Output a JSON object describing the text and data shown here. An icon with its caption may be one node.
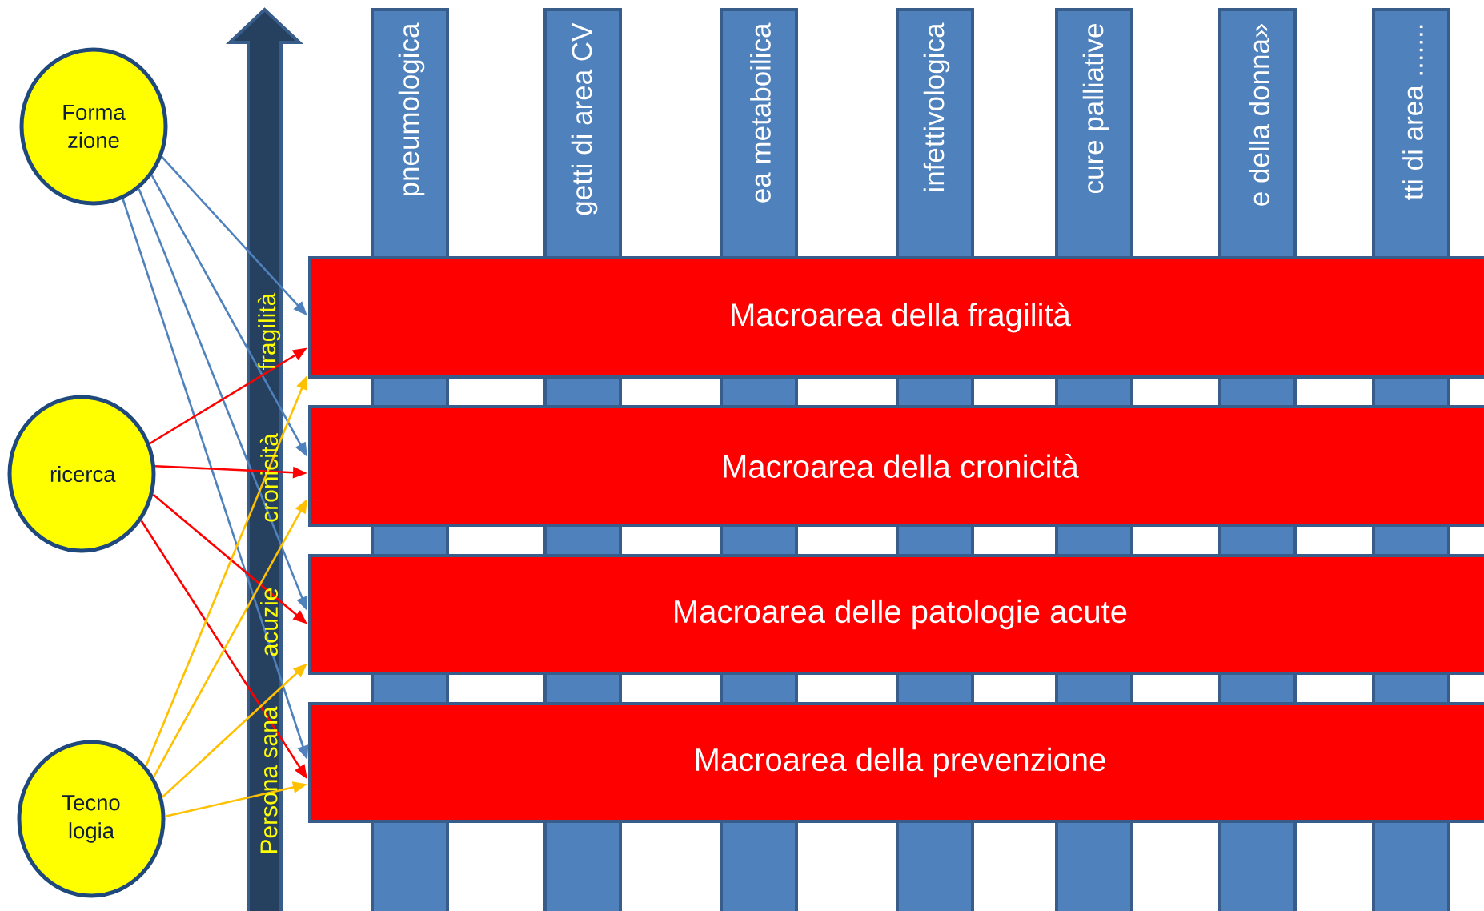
{
  "diagram": {
    "nodes": [
      {
        "text": [
          "Forma zione"
        ]
      },
      {
        "text": [
          "ricerca"
        ]
      },
      {
        "text": [
          "Tecno logia"
        ]
      },
      {
        "text": [
          "pneumologica"
        ]
      },
      {
        "text": [
          "getti di area CV"
        ]
      },
      {
        "text": [
          "ea metaboilica"
        ]
      },
      {
        "text": [
          "infettivologica"
        ]
      },
      {
        "text": [
          "cure palliative"
        ]
      },
      {
        "text": [
          "e della donna»"
        ]
      },
      {
        "text": [
          "tti di area ......."
        ]
      },
      {
        "text": [
          "Macroarea della fragilità"
        ]
      },
      {
        "text": [
          "Macroarea della cronicità"
        ]
      },
      {
        "text": [
          "Macroarea delle patologie acute"
        ]
      },
      {
        "text": [
          "Macroarea della prevenzione"
        ]
      }
    ],
    "edges": [
      {
        "from": 0,
        "to": 10,
        "arrow": "to",
        "color": "#4f81bd"
      },
      {
        "from": 0,
        "to": 11,
        "arrow": "to",
        "color": "#4f81bd"
      },
      {
        "from": 0,
        "to": 12,
        "arrow": "to",
        "color": "#4f81bd"
      },
      {
        "from": 0,
        "to": 13,
        "arrow": "to",
        "color": "#4f81bd"
      },
      {
        "from": 1,
        "to": 10,
        "arrow": "to",
        "color": "#ff0000"
      },
      {
        "from": 1,
        "to": 11,
        "arrow": "to",
        "color": "#ff0000"
      },
      {
        "from": 1,
        "to": 12,
        "arrow": "to",
        "color": "#ff0000"
      },
      {
        "from": 1,
        "to": 13,
        "arrow": "to",
        "color": "#ff0000"
      },
      {
        "from": 2,
        "to": 10,
        "arrow": "to",
        "color": "#ffc000"
      },
      {
        "from": 2,
        "to": 11,
        "arrow": "to",
        "color": "#ffc000"
      },
      {
        "from": 2,
        "to": 12,
        "arrow": "to",
        "color": "#ffc000"
      },
      {
        "from": 2,
        "to": 13,
        "arrow": "to",
        "color": "#ffc000"
      }
    ],
    "labels": [
      "Persona sana",
      "acuzie",
      "cronicità",
      "fragilità"
    ]
  }
}
